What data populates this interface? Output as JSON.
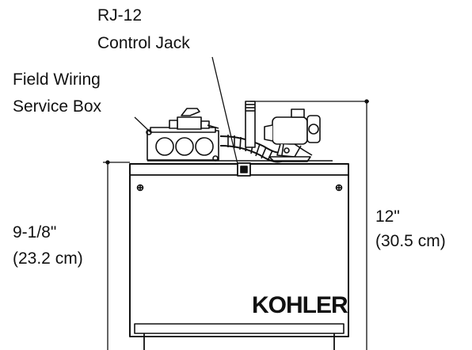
{
  "labels": {
    "rj12_line1": "RJ-12",
    "rj12_line2": "Control Jack",
    "field_line1": "Field Wiring",
    "field_line2": "Service Box",
    "dim_left_line1": "9-1/8\"",
    "dim_left_line2": "(23.2 cm)",
    "dim_right_line1": "12\"",
    "dim_right_line2": "(30.5 cm)"
  },
  "brand": "KOHLER"
}
